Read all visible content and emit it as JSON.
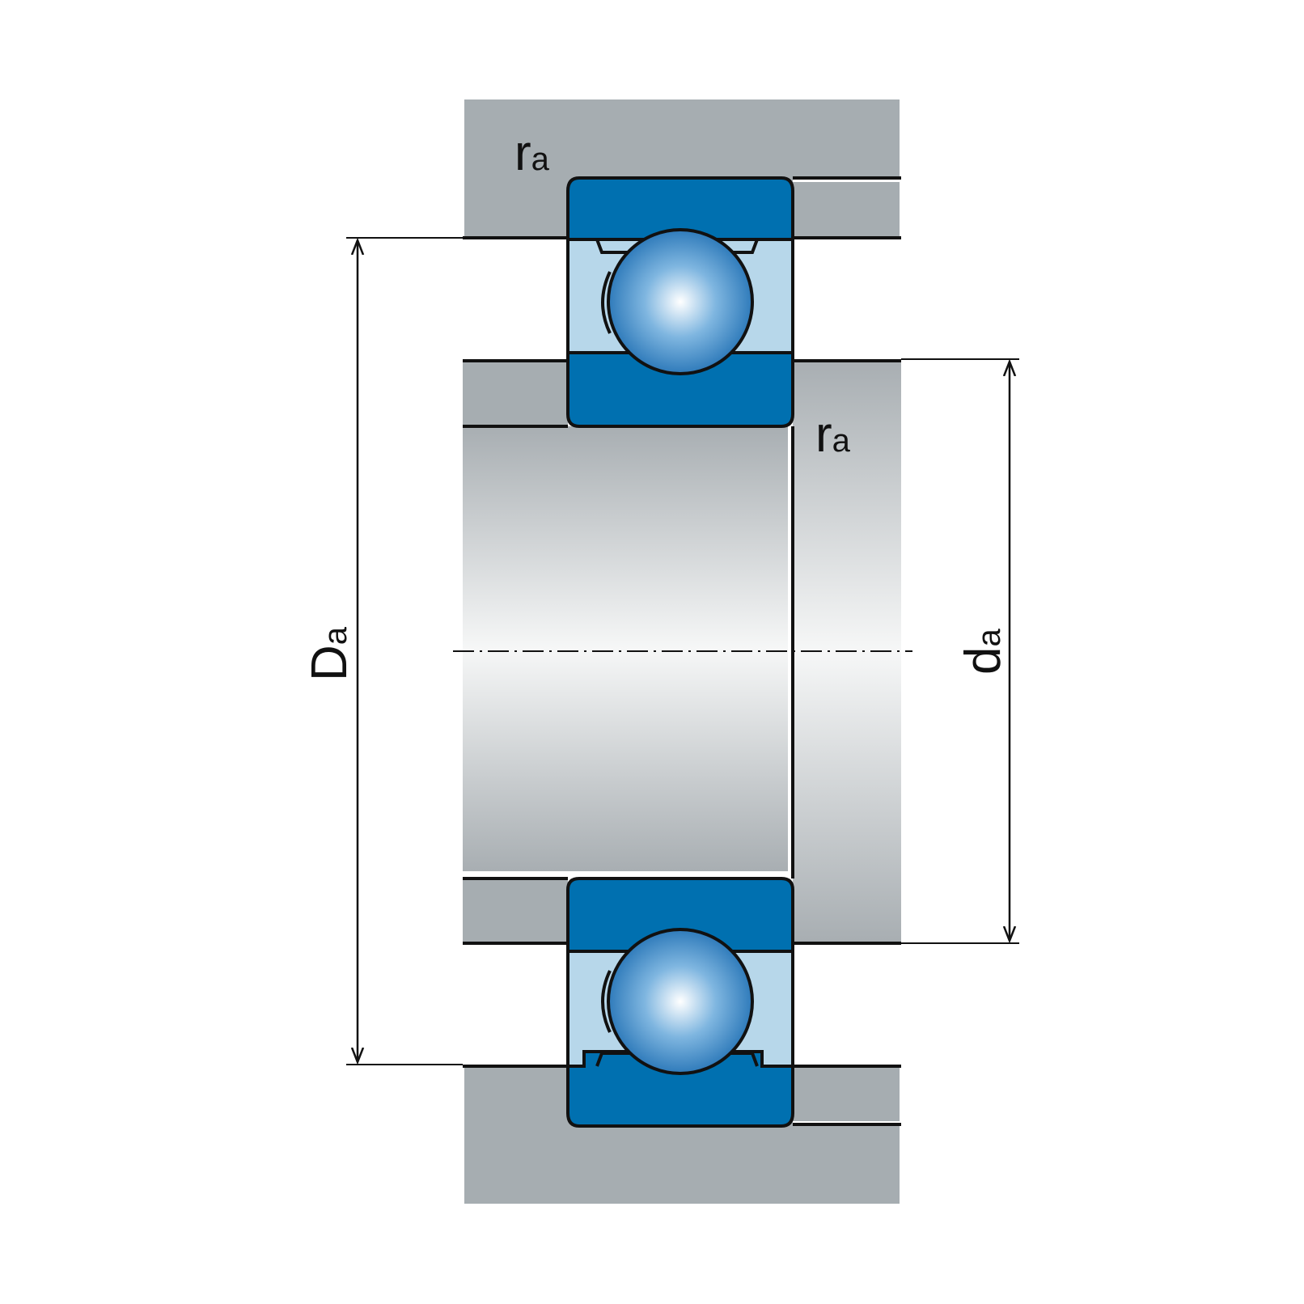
{
  "labels": {
    "fillet_radius_top": {
      "main": "r",
      "sub": "a"
    },
    "fillet_radius_mid": {
      "main": "r",
      "sub": "a"
    },
    "housing_abutment_diameter": {
      "main": "D",
      "sub": "a"
    },
    "shaft_abutment_diameter": {
      "main": "d",
      "sub": "a"
    }
  },
  "colors": {
    "housing": "#a6adb1",
    "bearing_ring": "#0070b0",
    "bearing_cage": "#b7d7ea",
    "ball_light": "#ffffff",
    "ball_dark": "#1f6fb3",
    "outline": "#111111",
    "shaft_light": "#f6f7f7",
    "shaft_dark": "#a8aeb2"
  },
  "icons": {
    "dimension_arrow": "arrowhead",
    "centerline": "dash-dot-line"
  }
}
